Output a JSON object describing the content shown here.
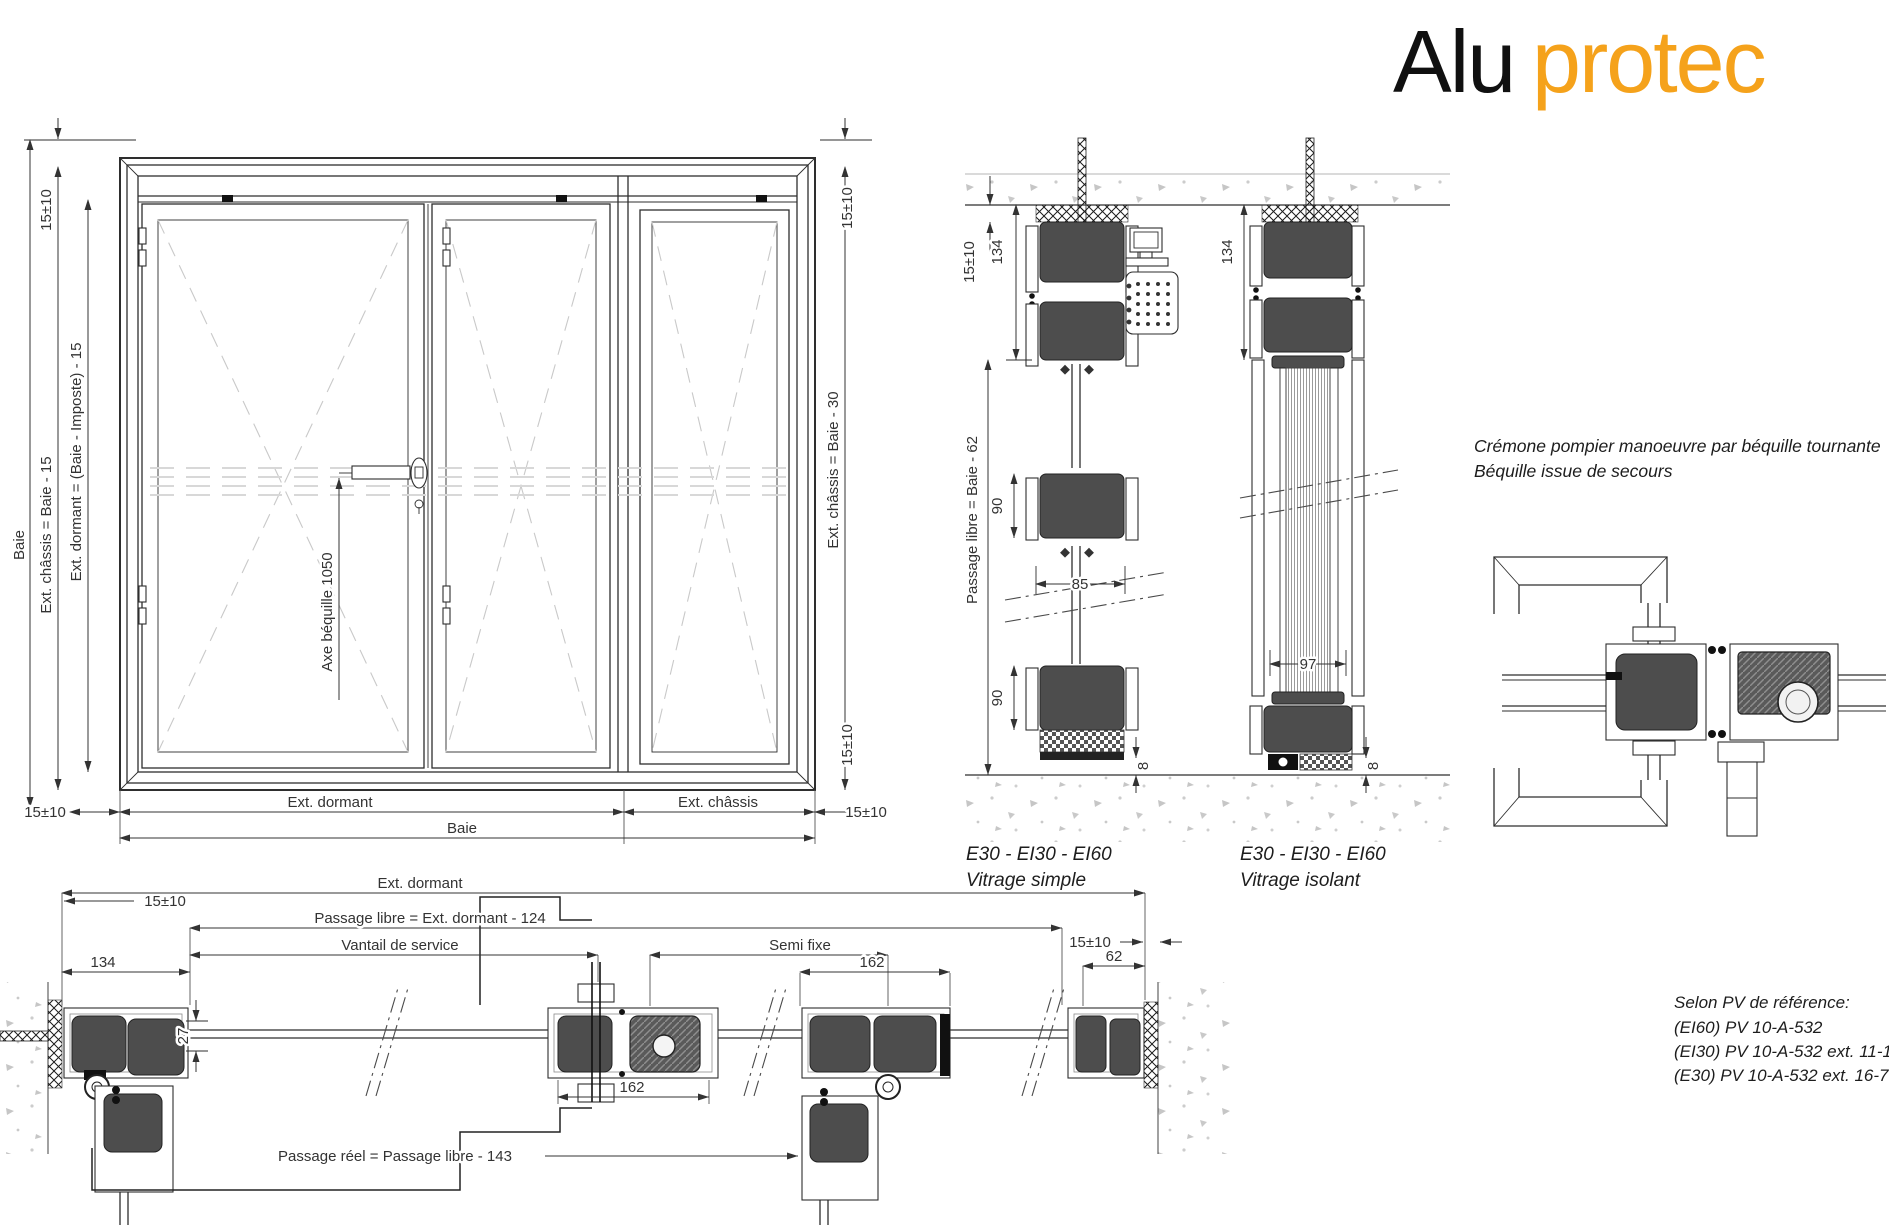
{
  "logo": {
    "part1": "Alu",
    "part2": "protec",
    "accent_color": "#F5A21B"
  },
  "elevation": {
    "baie": "Baie",
    "ext_chassis_left": "Ext. châssis = Baie - 15",
    "ext_dormant_left": "Ext. dormant = (Baie - Imposte) - 15",
    "gap_top_left": "15±10",
    "gap_top_right": "15±10",
    "ext_chassis_right": "Ext. châssis = Baie - 30",
    "gap_right_lower": "15±10",
    "axe_bequille": "Axe béquille 1050",
    "gap_bottom_left": "15±10",
    "ext_dormant_bottom": "Ext. dormant",
    "ext_chassis_bottom": "Ext. châssis",
    "gap_bottom_right": "15±10",
    "baie_bottom": "Baie"
  },
  "section_simple": {
    "gap": "15±10",
    "d134": "134",
    "passage": "Passage libre = Baie - 62",
    "d90_top": "90",
    "d85": "85",
    "d90_bottom": "90",
    "d8": "8",
    "rating": "E30 - EI30 - EI60",
    "glazing": "Vitrage simple"
  },
  "section_isolant": {
    "d134": "134",
    "d97": "97",
    "d8": "8",
    "rating": "E30 - EI30 - EI60",
    "glazing": "Vitrage isolant"
  },
  "notes": {
    "cremone_1": "Crémone pompier manoeuvre par béquille tournante",
    "cremone_2": "Béquille issue de secours"
  },
  "plan": {
    "ext_dormant": "Ext. dormant",
    "gap_left": "15±10",
    "passage_libre": "Passage libre = Ext. dormant - 124",
    "vantail": "Vantail de service",
    "semi_fixe": "Semi fixe",
    "d134": "134",
    "d162_right": "162",
    "gap_right": "15±10",
    "d62": "62",
    "d27": "27",
    "d162_center": "162",
    "passage_reel": "Passage réel = Passage libre - 143"
  },
  "reference": {
    "title": "Selon PV de référence:",
    "l1": "(EI60) PV 10-A-532",
    "l2": "(EI30) PV 10-A-532 ext. 11-1",
    "l3": "(E30) PV 10-A-532 ext. 16-7"
  }
}
